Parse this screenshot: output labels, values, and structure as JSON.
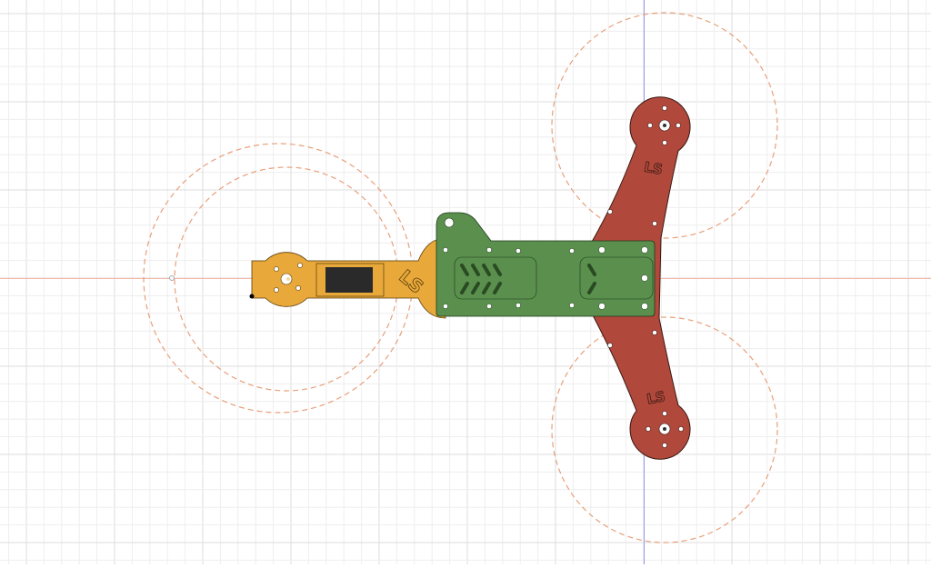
{
  "viewport": {
    "view": "top",
    "background": "#ffffff",
    "grid_minor_color": "#eeeeee",
    "grid_major_color": "#dcdcdc",
    "x_axis_color": "#f2b8a8",
    "y_axis_color": "#9a9af0"
  },
  "model": {
    "parts": [
      {
        "name": "tail-boom",
        "color": "#e8a93a"
      },
      {
        "name": "center-plate",
        "color": "#5a8f4e"
      },
      {
        "name": "front-arms",
        "color": "#b0483b"
      }
    ],
    "prop_circle_color": "#e8a07a",
    "logo_text": "LS"
  }
}
